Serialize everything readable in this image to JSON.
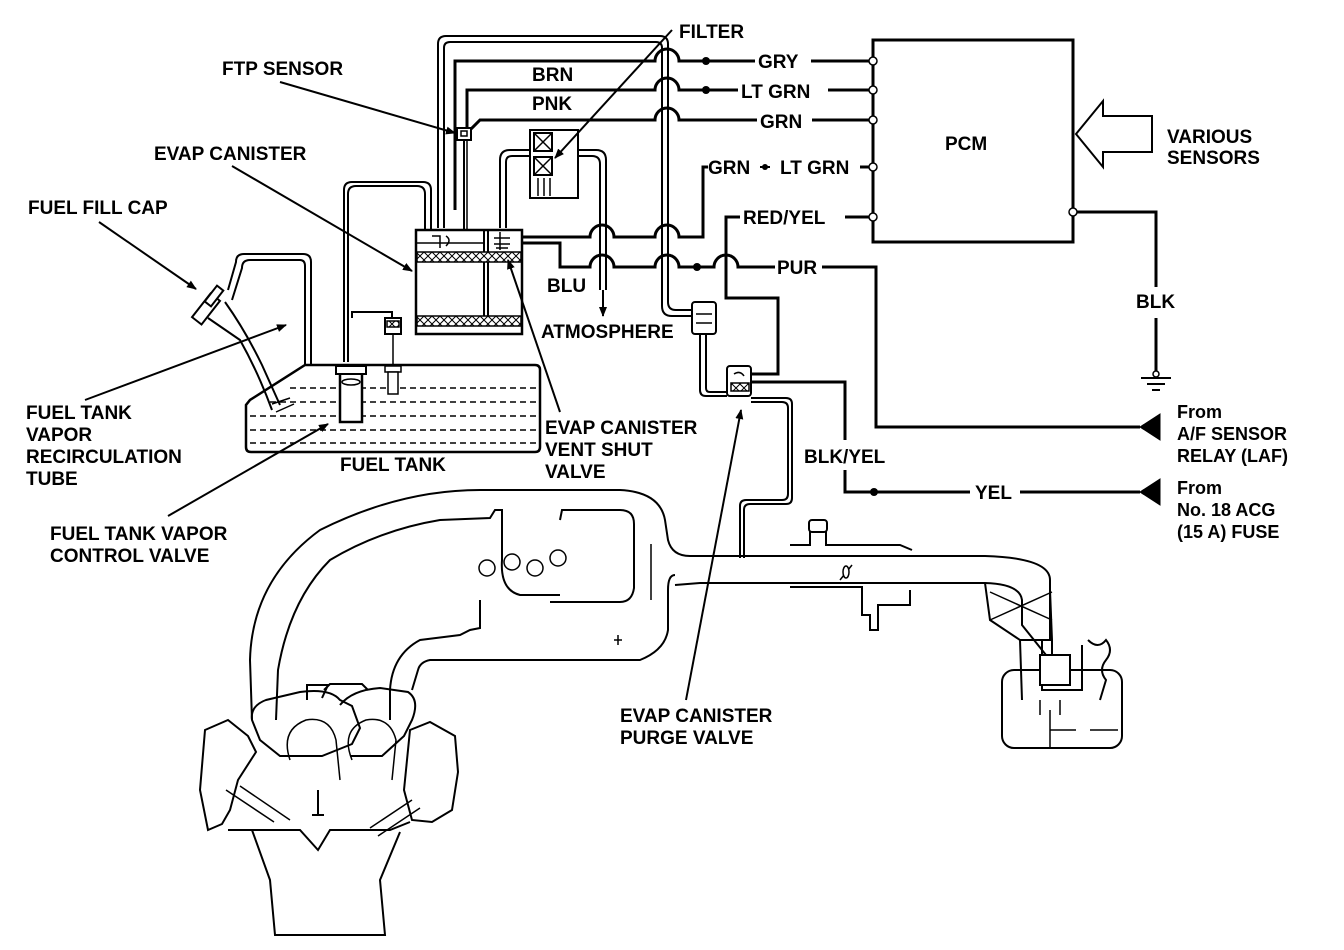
{
  "diagram": {
    "title": "EVAP system diagram",
    "components": {
      "pcm": "PCM",
      "various_sensors": [
        "VARIOUS",
        "SENSORS"
      ],
      "ftp_sensor": "FTP SENSOR",
      "evap_canister": "EVAP CANISTER",
      "filter": "FILTER",
      "fuel_fill_cap": "FUEL FILL CAP",
      "fuel_tank": "FUEL TANK",
      "recirc_tube": [
        "FUEL TANK",
        "VAPOR",
        "RECIRCULATION",
        "TUBE"
      ],
      "vapor_control_valve": [
        "FUEL TANK VAPOR",
        "CONTROL VALVE"
      ],
      "vent_shut_valve": [
        "EVAP CANISTER",
        "VENT SHUT",
        "VALVE"
      ],
      "atmosphere": "ATMOSPHERE",
      "purge_valve": [
        "EVAP CANISTER",
        "PURGE VALVE"
      ]
    },
    "wires": {
      "gry": "GRY",
      "brn": "BRN",
      "lt_grn": "LT GRN",
      "pnk": "PNK",
      "grn": "GRN",
      "grn_lt_grn_a": "GRN",
      "grn_lt_grn_b": "LT GRN",
      "red_yel": "RED/YEL",
      "blu": "BLU",
      "pur": "PUR",
      "blk": "BLK",
      "blk_yel": "BLK/YEL",
      "yel": "YEL"
    },
    "sources": {
      "af_relay": [
        "From",
        "A/F SENSOR",
        "RELAY (LAF)"
      ],
      "acg_fuse": [
        "From",
        "No. 18 ACG",
        "(15 A) FUSE"
      ]
    }
  }
}
